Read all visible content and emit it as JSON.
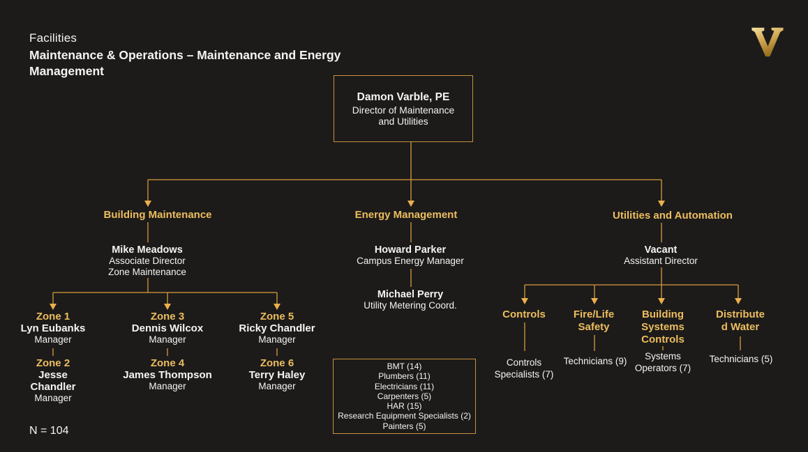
{
  "header": {
    "eyebrow": "Facilities",
    "title": "Maintenance & Operations – Maintenance and Energy\nManagement"
  },
  "logo": {
    "glyph": "V",
    "meaning": "vanderbilt-v-logo"
  },
  "footnote": "N = 104",
  "colors": {
    "background": "#1c1b1a",
    "gold_text": "#edbd5f",
    "connector_line": "#d89c3c",
    "arrowhead": "#ecaf4e",
    "box_border": "#c5923c",
    "white_text": "#f5f4f2"
  },
  "root": {
    "name": "Damon Varble, PE",
    "title": "Director of Maintenance\nand Utilities"
  },
  "branches": {
    "building_maintenance": {
      "label": "Building Maintenance",
      "lead": {
        "name": "Mike Meadows",
        "title": "Associate Director",
        "subtitle": "Zone Maintenance"
      },
      "zones": [
        {
          "zone": "Zone 1",
          "name": "Lyn Eubanks",
          "title": "Manager"
        },
        {
          "zone": "Zone 2",
          "name": "Jesse\nChandler",
          "title": "Manager"
        },
        {
          "zone": "Zone 3",
          "name": "Dennis Wilcox",
          "title": "Manager"
        },
        {
          "zone": "Zone 4",
          "name": "James Thompson",
          "title": "Manager"
        },
        {
          "zone": "Zone 5",
          "name": "Ricky Chandler",
          "title": "Manager"
        },
        {
          "zone": "Zone 6",
          "name": "Terry Haley",
          "title": "Manager"
        }
      ]
    },
    "energy_management": {
      "label": "Energy Management",
      "lead": {
        "name": "Howard Parker",
        "title": "Campus Energy Manager"
      },
      "second": {
        "name": "Michael Perry",
        "title": "Utility Metering Coord."
      },
      "staff_box": [
        "BMT (14)",
        "Plumbers (11)",
        "Electricians (11)",
        "Carpenters (5)",
        "HAR (15)",
        "Research Equipment Specialists (2)",
        "Painters (5)"
      ]
    },
    "utilities_automation": {
      "label": "Utilities and Automation",
      "lead": {
        "name": "Vacant",
        "title": "Assistant Director"
      },
      "teams": [
        {
          "label": "Controls",
          "staff": "Controls\nSpecialists (7)"
        },
        {
          "label": "Fire/Life\nSafety",
          "staff": "Technicians (9)"
        },
        {
          "label": "Building\nSystems\nControls",
          "staff": "Systems\nOperators (7)"
        },
        {
          "label": "Distribute\nd Water",
          "staff": "Technicians (5)"
        }
      ]
    }
  }
}
